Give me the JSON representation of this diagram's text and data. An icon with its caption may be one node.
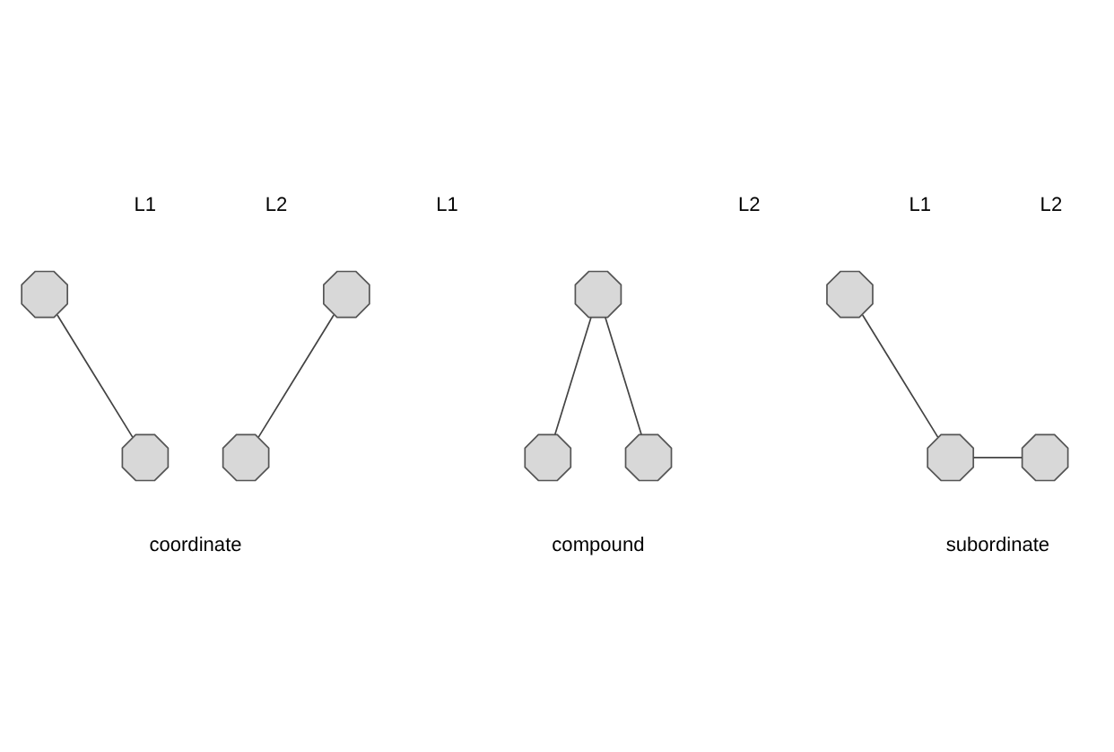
{
  "diagram": {
    "nodes": [
      {
        "text": [],
        "shape": "octagon"
      },
      {
        "text": [],
        "shape": "octagon"
      },
      {
        "text": [],
        "shape": "octagon"
      },
      {
        "text": [],
        "shape": "octagon"
      },
      {
        "text": [],
        "shape": "octagon"
      },
      {
        "text": [],
        "shape": "octagon"
      },
      {
        "text": [],
        "shape": "octagon"
      },
      {
        "text": [],
        "shape": "octagon"
      },
      {
        "text": [],
        "shape": "octagon"
      },
      {
        "text": [],
        "shape": "octagon"
      }
    ],
    "edges": [
      {
        "from": 0,
        "to": 4,
        "arrow": "none"
      },
      {
        "from": 1,
        "to": 5,
        "arrow": "none"
      },
      {
        "from": 2,
        "to": 6,
        "arrow": "none"
      },
      {
        "from": 2,
        "to": 7,
        "arrow": "none"
      },
      {
        "from": 3,
        "to": 8,
        "arrow": "none"
      },
      {
        "from": 8,
        "to": 9,
        "arrow": "none"
      }
    ],
    "labels": [
      "L1",
      "L2",
      "L1",
      "L2",
      "L1",
      "L2",
      "coordinate",
      "compound",
      "subordinate"
    ]
  }
}
